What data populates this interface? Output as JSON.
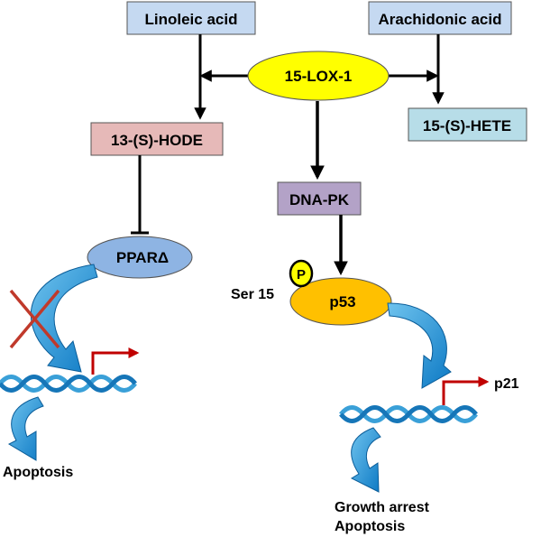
{
  "nodes": {
    "linoleic": "Linoleic acid",
    "arachidonic": "Arachidonic acid",
    "lox": "15-LOX-1",
    "hode": "13-(S)-HODE",
    "hete": "15-(S)-HETE",
    "dnapk": "DNA-PK",
    "ppar": "PPARΔ",
    "p53": "p53",
    "phospho": "P",
    "ser15": "Ser 15",
    "p21": "p21",
    "apoptosis_left": "Apoptosis",
    "growth_arrest": "Growth arrest",
    "apoptosis_right": "Apoptosis"
  },
  "colors": {
    "linoleic_box": "#c5d9f1",
    "arachidonic_box": "#c5d9f1",
    "lox_ellipse": "#ffff00",
    "hode_box": "#e6b9b8",
    "hete_box": "#b7dde8",
    "dnapk_box": "#b3a2c7",
    "ppar_ellipse": "#8eb4e3",
    "p53_ellipse": "#ffc000",
    "dna_strand": "#3aa0d8",
    "curved_arrow": "#1f93d6",
    "inhibit_cross": "#c0392b",
    "promoter_arrow": "#c00000"
  }
}
